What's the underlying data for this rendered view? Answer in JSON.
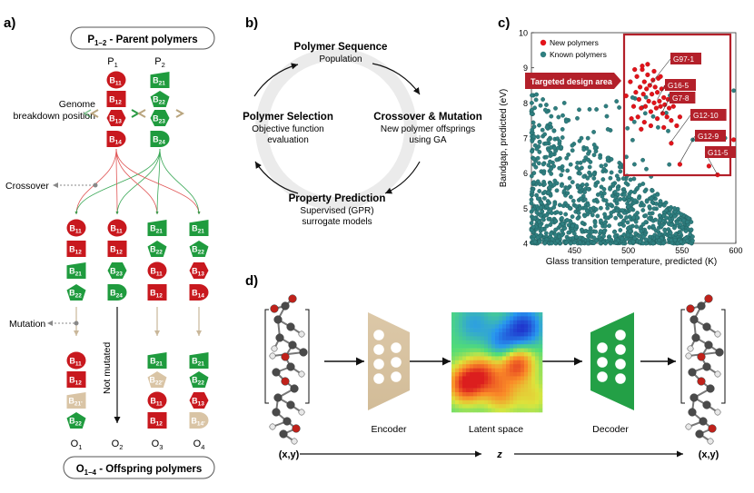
{
  "colors": {
    "parent1": "#c8181e",
    "parent2": "#1f9b3e",
    "mutated": "#d9c4a5",
    "new_point": "#e3131a",
    "known_point": "#2f7f80",
    "highlight_box": "#b3202a",
    "arrow_gray": "#e6e6e6",
    "encoder": "#d7c3a3",
    "decoder": "#23a046"
  },
  "panel_a": {
    "label": "a)",
    "parents_title": "P",
    "parents_title_sub": "1–2",
    "parents_title_rest": " - Parent polymers",
    "offspring_title": "O",
    "offspring_title_sub": "1–4",
    "offspring_title_rest": " - Offspring polymers",
    "p_labels": [
      {
        "m": "P",
        "s": "1"
      },
      {
        "m": "P",
        "s": "2"
      }
    ],
    "genome_label": [
      "Genome",
      "breakdown position"
    ],
    "crossover_label": "Crossover",
    "mutation_label": "Mutation",
    "not_mutated_label": "Not mutated",
    "o_labels": [
      {
        "m": "O",
        "s": "1"
      },
      {
        "m": "O",
        "s": "2"
      },
      {
        "m": "O",
        "s": "3"
      },
      {
        "m": "O",
        "s": "4"
      }
    ],
    "p1_blocks": [
      {
        "s": "circle",
        "m": "B",
        "s2": "11"
      },
      {
        "s": "square",
        "m": "B",
        "s2": "12"
      },
      {
        "s": "hex",
        "m": "B",
        "s2": "13"
      },
      {
        "s": "dome",
        "m": "B",
        "s2": "14"
      }
    ],
    "p2_blocks": [
      {
        "s": "trap",
        "m": "B",
        "s2": "21"
      },
      {
        "s": "pent",
        "m": "B",
        "s2": "22"
      },
      {
        "s": "hex",
        "m": "B",
        "s2": "23"
      },
      {
        "s": "dome",
        "m": "B",
        "s2": "24"
      }
    ],
    "crossover_cols": [
      [
        {
          "s": "circle",
          "c": "r",
          "m": "B",
          "s2": "11"
        },
        {
          "s": "square",
          "c": "r",
          "m": "B",
          "s2": "12"
        },
        {
          "s": "trap",
          "c": "g",
          "m": "B",
          "s2": "21"
        },
        {
          "s": "pent",
          "c": "g",
          "m": "B",
          "s2": "22"
        }
      ],
      [
        {
          "s": "circle",
          "c": "r",
          "m": "B",
          "s2": "11"
        },
        {
          "s": "square",
          "c": "r",
          "m": "B",
          "s2": "12"
        },
        {
          "s": "hex",
          "c": "g",
          "m": "B",
          "s2": "23"
        },
        {
          "s": "dome",
          "c": "g",
          "m": "B",
          "s2": "24"
        }
      ],
      [
        {
          "s": "trap",
          "c": "g",
          "m": "B",
          "s2": "21"
        },
        {
          "s": "pent",
          "c": "g",
          "m": "B",
          "s2": "22"
        },
        {
          "s": "circle",
          "c": "r",
          "m": "B",
          "s2": "11"
        },
        {
          "s": "square",
          "c": "r",
          "m": "B",
          "s2": "12"
        }
      ],
      [
        {
          "s": "trap",
          "c": "g",
          "m": "B",
          "s2": "21"
        },
        {
          "s": "pent",
          "c": "g",
          "m": "B",
          "s2": "22"
        },
        {
          "s": "hex",
          "c": "r",
          "m": "B",
          "s2": "13"
        },
        {
          "s": "dome",
          "c": "r",
          "m": "B",
          "s2": "14"
        }
      ]
    ],
    "offspring_cols": [
      [
        {
          "s": "circle",
          "c": "r",
          "m": "B",
          "s2": "11"
        },
        {
          "s": "square",
          "c": "r",
          "m": "B",
          "s2": "12"
        },
        {
          "s": "trap",
          "c": "t",
          "m": "B",
          "s2": "21'"
        },
        {
          "s": "pent",
          "c": "g",
          "m": "B",
          "s2": "22"
        }
      ],
      [],
      [
        {
          "s": "trap",
          "c": "g",
          "m": "B",
          "s2": "21"
        },
        {
          "s": "pent",
          "c": "t",
          "m": "B",
          "s2": "22'"
        },
        {
          "s": "circle",
          "c": "r",
          "m": "B",
          "s2": "11"
        },
        {
          "s": "square",
          "c": "r",
          "m": "B",
          "s2": "12"
        }
      ],
      [
        {
          "s": "trap",
          "c": "g",
          "m": "B",
          "s2": "21"
        },
        {
          "s": "pent",
          "c": "g",
          "m": "B",
          "s2": "22"
        },
        {
          "s": "hex",
          "c": "r",
          "m": "B",
          "s2": "13"
        },
        {
          "s": "dome",
          "c": "t",
          "m": "B",
          "s2": "14'"
        }
      ]
    ]
  },
  "panel_b": {
    "label": "b)",
    "nodes": [
      {
        "title": "Polymer Sequence",
        "lines": [
          "Population"
        ]
      },
      {
        "title": "Crossover & Mutation",
        "lines": [
          "New polymer offsprings",
          "using GA"
        ]
      },
      {
        "title": "Property Prediction",
        "lines": [
          "Supervised (GPR)",
          "surrogate models"
        ]
      },
      {
        "title": "Polymer Selection",
        "lines": [
          "Objective function",
          "evaluation"
        ]
      }
    ]
  },
  "panel_c": {
    "label": "c)",
    "xlabel": "Glass transition temperature, predicted (K)",
    "ylabel": "Bandgap, predicted (eV)",
    "legend": [
      "New polymers",
      "Known polymers"
    ],
    "target_label": "Targeted design area",
    "callouts": [
      "G97-1",
      "G16-5",
      "G7-8",
      "G12-10",
      "G12-9",
      "G11-5"
    ]
  },
  "panel_d": {
    "label": "d)",
    "encoder": "Encoder",
    "latent": "Latent space",
    "decoder": "Decoder",
    "in_label": "(x,y)",
    "z_label": "z",
    "out_label": "(x,y)"
  },
  "chart_data": {
    "type": "scatter",
    "title": "",
    "xlabel": "Glass transition temperature, predicted (K)",
    "ylabel": "Bandgap, predicted (eV)",
    "xlim": [
      410,
      600
    ],
    "ylim": [
      4,
      10
    ],
    "xticks": [
      450,
      500,
      550,
      600
    ],
    "yticks": [
      4,
      5,
      6,
      7,
      8,
      9,
      10
    ],
    "legend_position": "top-right",
    "grid": false,
    "series": [
      {
        "name": "New polymers",
        "color": "#e3131a",
        "points": [
          [
            498,
            8.2
          ],
          [
            502,
            8.6
          ],
          [
            505,
            7.9
          ],
          [
            507,
            8.3
          ],
          [
            508,
            8.75
          ],
          [
            510,
            8.1
          ],
          [
            511,
            8.45
          ],
          [
            512,
            7.85
          ],
          [
            513,
            8.95
          ],
          [
            514,
            8.25
          ],
          [
            515,
            8.6
          ],
          [
            516,
            7.9
          ],
          [
            517,
            8.4
          ],
          [
            518,
            8.8
          ],
          [
            519,
            8.05
          ],
          [
            520,
            8.5
          ],
          [
            521,
            7.75
          ],
          [
            522,
            8.25
          ],
          [
            523,
            8.65
          ],
          [
            524,
            8.0
          ],
          [
            525,
            8.45
          ],
          [
            526,
            7.85
          ],
          [
            527,
            8.3
          ],
          [
            528,
            8.7
          ],
          [
            529,
            8.05
          ],
          [
            530,
            7.9
          ],
          [
            531,
            8.4
          ],
          [
            532,
            7.7
          ],
          [
            533,
            8.15
          ],
          [
            534,
            7.95
          ],
          [
            535,
            8.45
          ],
          [
            536,
            7.6
          ],
          [
            537,
            8.1
          ],
          [
            538,
            7.85
          ],
          [
            540,
            7.5
          ],
          [
            542,
            7.9
          ],
          [
            545,
            7.35
          ],
          [
            548,
            7.6
          ],
          [
            503,
            7.55
          ],
          [
            509,
            7.6
          ],
          [
            515,
            7.45
          ],
          [
            521,
            7.35
          ],
          [
            527,
            7.55
          ],
          [
            533,
            7.3
          ],
          [
            506,
            8.95
          ],
          [
            513,
            9.05
          ],
          [
            518,
            9.1
          ],
          [
            524,
            8.9
          ],
          [
            530,
            8.75
          ],
          [
            512,
            7.25
          ],
          [
            540,
            6.85
          ],
          [
            548,
            6.25
          ],
          [
            575,
            6.2
          ],
          [
            583,
            5.95
          ],
          [
            598,
            6.95
          ]
        ]
      },
      {
        "name": "Known polymers",
        "color": "#2f7f80",
        "points": "~1100 points clustered at lower Tg / lower bandgap, densest near 410–460 K and 4–5 eV, extending to ~560 K and ~8.4 eV"
      }
    ],
    "annotations": [
      "Targeted design area",
      "G97-1",
      "G16-5",
      "G7-8",
      "G12-10",
      "G12-9",
      "G11-5"
    ]
  }
}
